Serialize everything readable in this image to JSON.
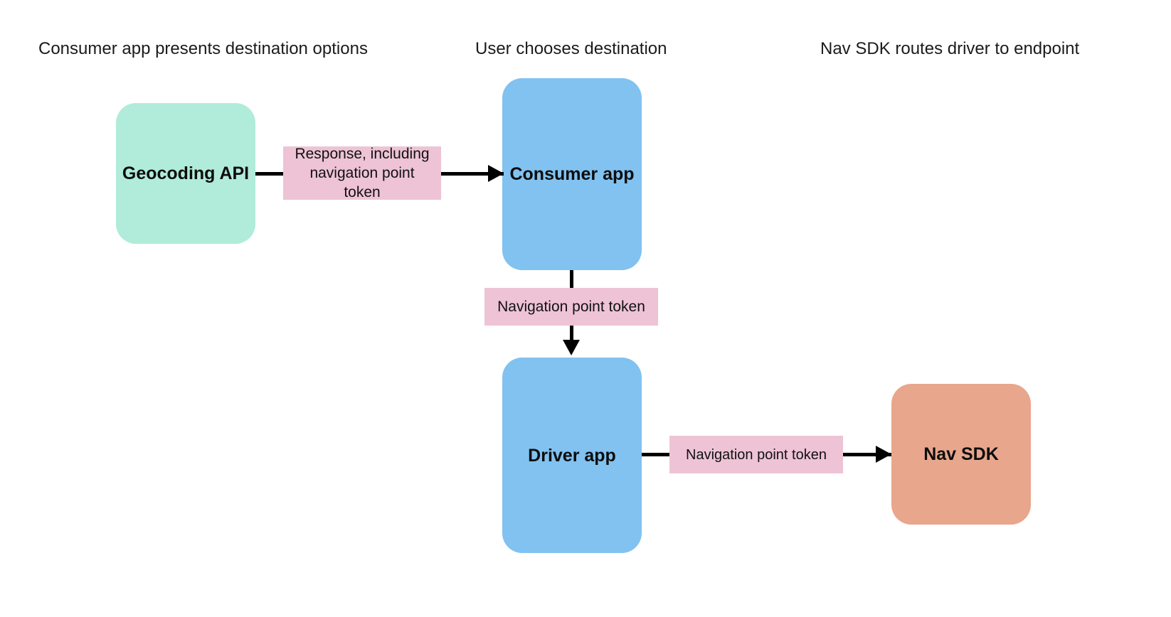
{
  "diagram": {
    "title_row": [
      {
        "id": "col-1",
        "label": "Consumer app presents destination options"
      },
      {
        "id": "col-2",
        "label": "User chooses destination"
      },
      {
        "id": "col-3",
        "label": "Nav SDK routes driver to endpoint"
      }
    ],
    "nodes": [
      {
        "id": "geocoding-api",
        "label": "Geocoding API",
        "color": "#b0ecd9"
      },
      {
        "id": "consumer-app",
        "label": "Consumer app",
        "color": "#81c2f0"
      },
      {
        "id": "driver-app",
        "label": "Driver app",
        "color": "#81c2f0"
      },
      {
        "id": "nav-sdk",
        "label": "Nav SDK",
        "color": "#e8a68c"
      }
    ],
    "edge_labels": [
      {
        "id": "response-token",
        "label": "Response, including navigation point token",
        "color": "#eec3d6"
      },
      {
        "id": "nav-token-consumer-driver",
        "label": "Navigation point token",
        "color": "#eec3d6"
      },
      {
        "id": "nav-token-driver-navsdk",
        "label": "Navigation point token",
        "color": "#eec3d6"
      }
    ],
    "flow": [
      {
        "from": "Geocoding API",
        "to": "Consumer app",
        "label": "Response, including navigation point token"
      },
      {
        "from": "Consumer app",
        "to": "Driver app",
        "label": "Navigation point token"
      },
      {
        "from": "Driver app",
        "to": "Nav SDK",
        "label": "Navigation point token"
      }
    ],
    "colors": {
      "background": "#ffffff",
      "mint": "#b0ecd9",
      "blue": "#81c2f0",
      "salmon": "#e8a68c",
      "pink": "#eec3d6",
      "connector": "#000000",
      "text": "#111111"
    }
  }
}
